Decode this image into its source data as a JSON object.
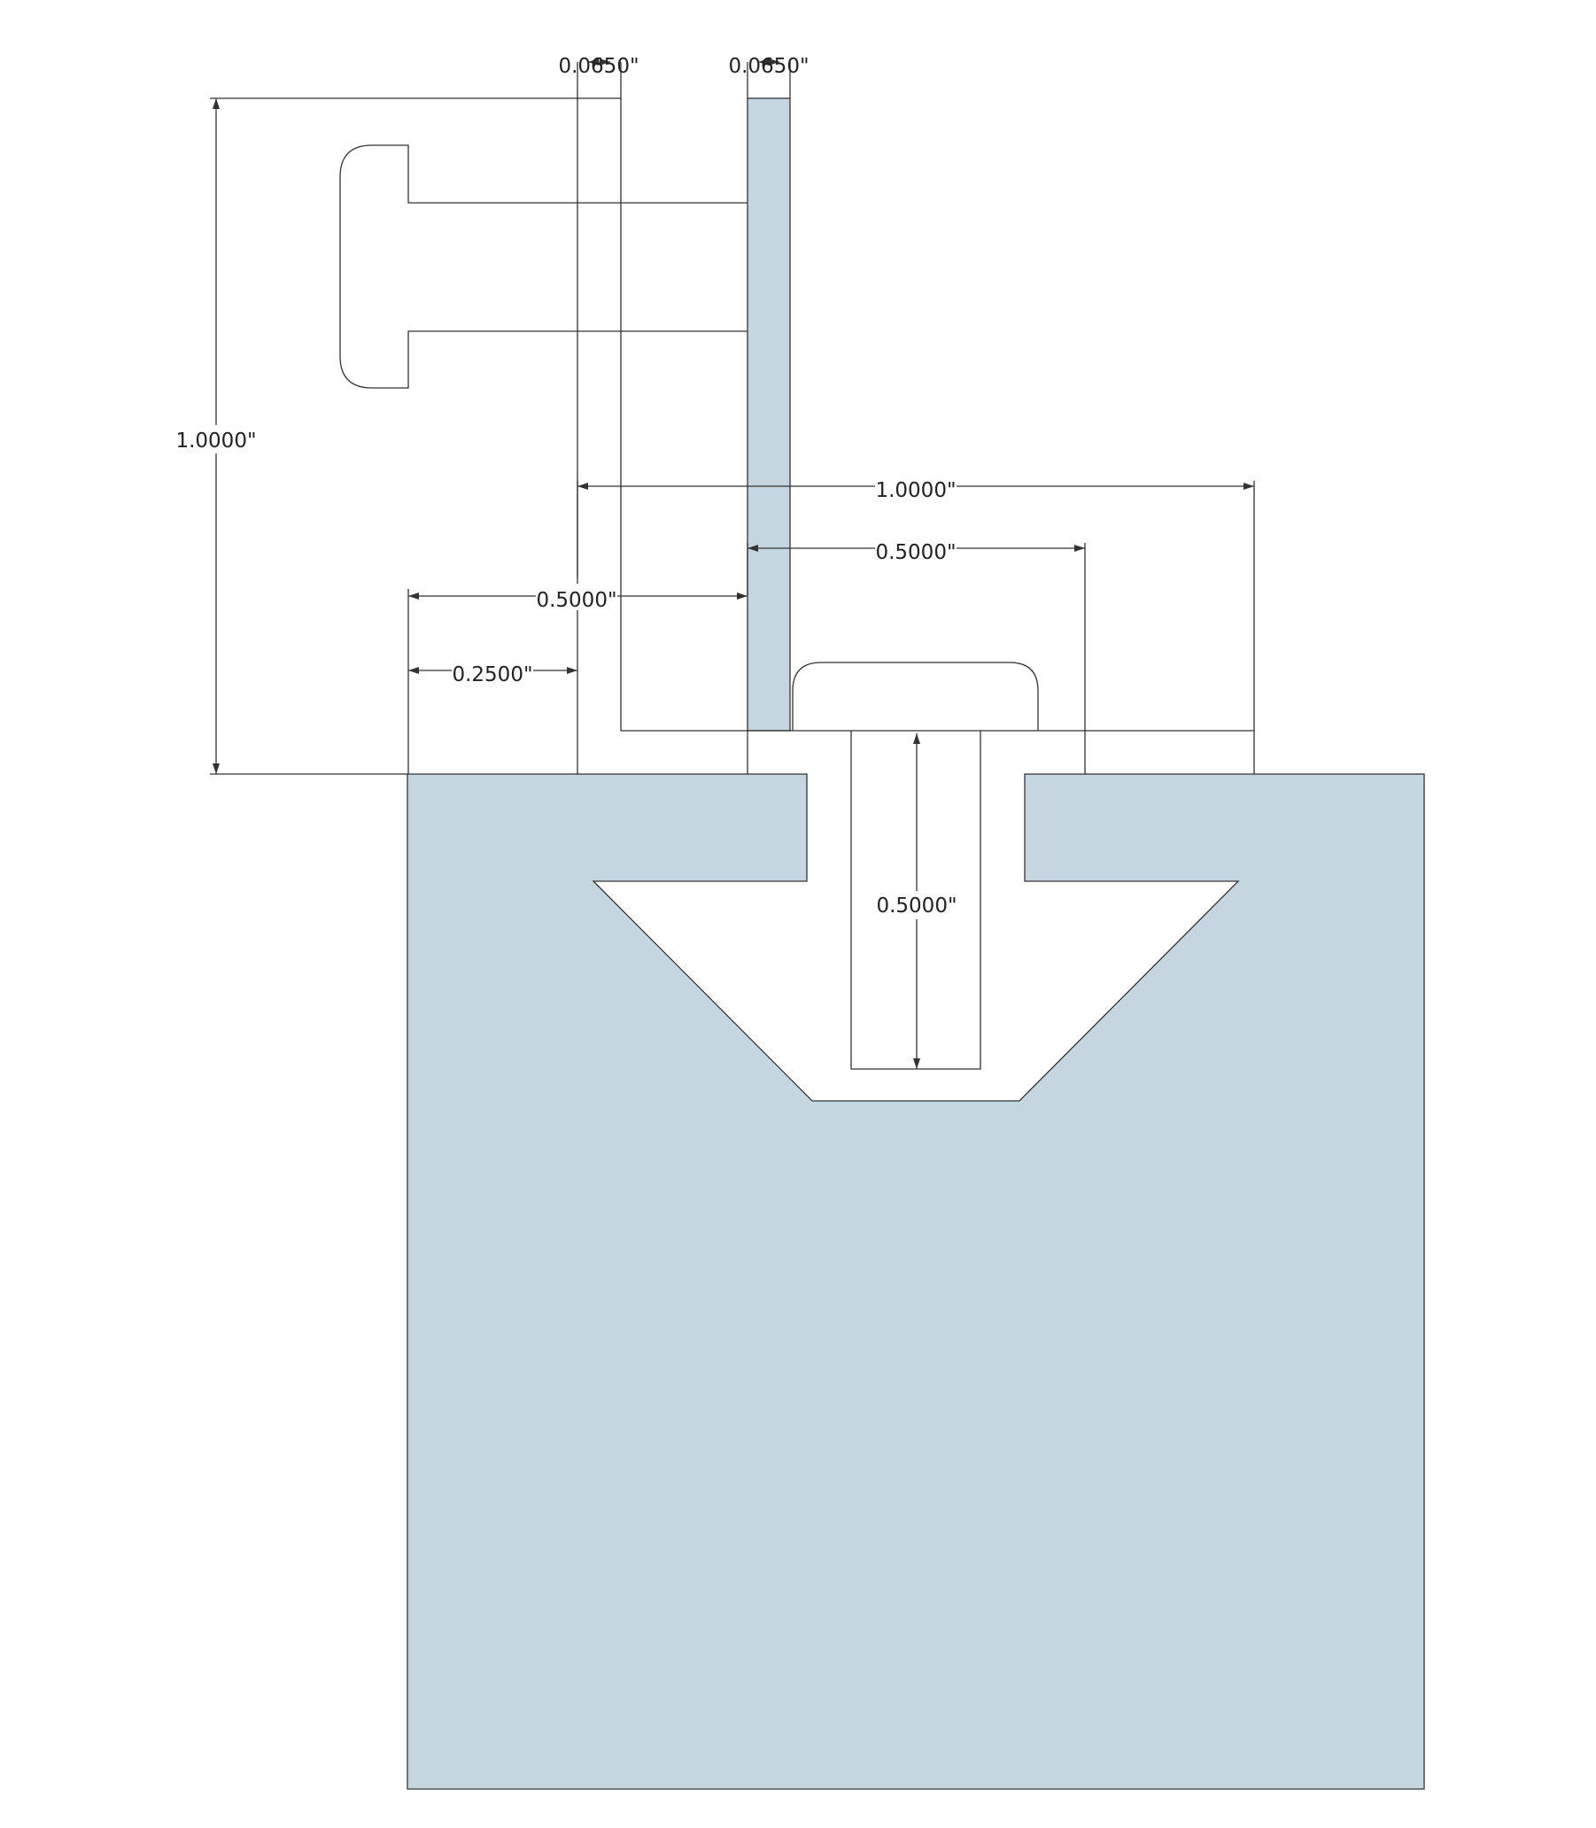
{
  "colors": {
    "fill": "#c5d6e0",
    "stroke": "#333333",
    "background": "#ffffff",
    "text": "#222222"
  },
  "dimensions": {
    "top_left_thickness": "0.0650\"",
    "top_right_thickness": "0.0650\"",
    "overall_height": "1.0000\"",
    "overall_width": "1.0000\"",
    "right_offset": "0.5000\"",
    "left_offset": "0.5000\"",
    "small_offset": "0.2500\"",
    "slot_depth": "0.5000\""
  }
}
